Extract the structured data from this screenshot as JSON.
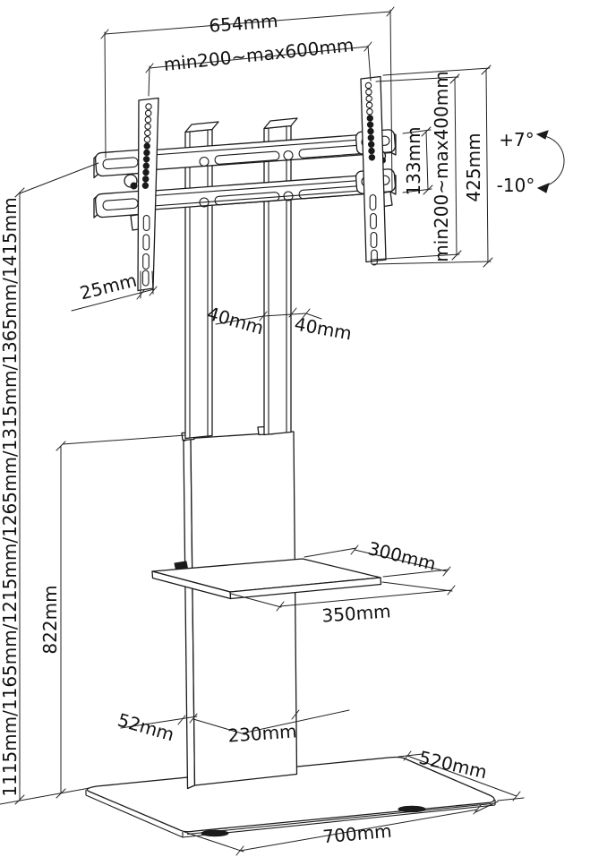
{
  "diagram": {
    "type": "technical-drawing",
    "subject": "TV floor stand with tilting mount bracket, media shelf and glass base",
    "units": "mm",
    "colors": {
      "line": "#1a1a1a",
      "background": "#ffffff",
      "text": "#111111"
    },
    "labels": {
      "bracket_total_width": "654mm",
      "vesa_width_range": "min200~max600mm",
      "tilt_bracket_height": "133mm",
      "vesa_height_range": "min200~max400mm",
      "vesa_rail_height": "425mm",
      "tilt_angle_up": "+7°",
      "tilt_angle_down": "-10°",
      "rail_offset": "25mm",
      "column_width": "40mm",
      "column_depth": "40mm",
      "overall_height_options": "1115mm/1165mm/1215mm/1265mm/1315mm/1365mm/1415mm",
      "lower_column_height": "822mm",
      "shelf_depth": "300mm",
      "shelf_width": "350mm",
      "cover_depth": "52mm",
      "cover_width": "230mm",
      "base_depth": "520mm",
      "base_width": "700mm"
    }
  }
}
